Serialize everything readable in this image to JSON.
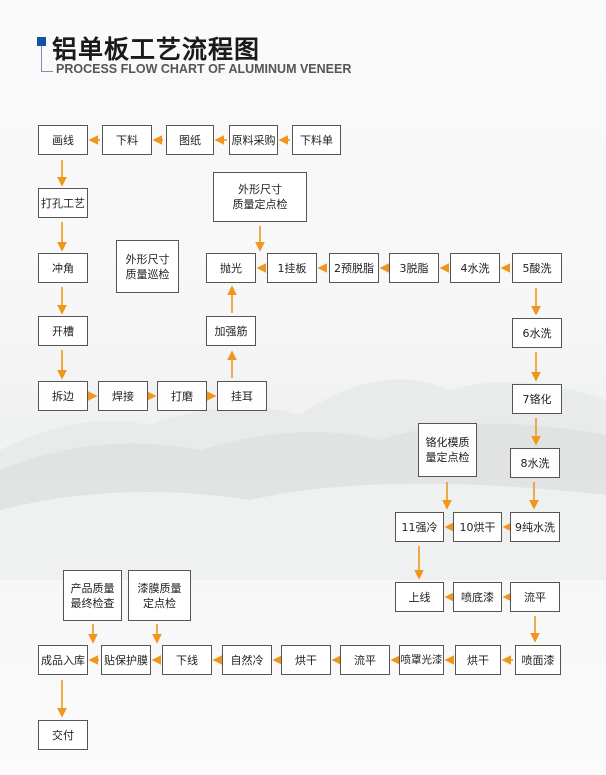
{
  "header": {
    "title": "铝单板工艺流程图",
    "subtitle": "PROCESS FLOW CHART OF ALUMINUM VENEER"
  },
  "nodes": {
    "huaxian": "画线",
    "xialiao": "下料",
    "tuzhi": "图纸",
    "yuanliao": "原料采购",
    "xialiaodan": "下料单",
    "dakong": "打孔工艺",
    "check1": "外形尺寸\n质量定点检",
    "chongjiao": "冲角",
    "check2": "外形尺寸\n质量巡检",
    "paoguang": "抛光",
    "guaban": "1挂板",
    "yutuozhi": "2预脱脂",
    "tuozhi": "3脱脂",
    "shuixi4": "4水洗",
    "suanxi": "5酸洗",
    "kaicao": "开槽",
    "jiaqiangjin": "加强筋",
    "shuixi6": "6水洗",
    "chaibian": "拆边",
    "hanjie": "焊接",
    "damo": "打磨",
    "guaer": "挂耳",
    "gehua": "7铬化",
    "check3": "铬化模质\n量定点检",
    "shuixi8": "8水洗",
    "qiangleng": "11强冷",
    "honggan10": "10烘干",
    "chunshuixi": "9纯水洗",
    "shangxian": "上线",
    "pendiqi": "喷底漆",
    "liuping1": "流平",
    "check4": "产品质量\n最终检查",
    "check5": "漆膜质量\n定点检",
    "ruku": "成品入库",
    "tiemo": "贴保护膜",
    "xiaxian": "下线",
    "ziranleng": "自然冷",
    "honggan2": "烘干",
    "liuping2": "流平",
    "penzhao": "喷罩光漆",
    "honggan1": "烘干",
    "penmian": "喷面漆",
    "jiaofu": "交付"
  },
  "colors": {
    "arrow": "#f0961e",
    "accent": "#1353a2",
    "border": "#555555"
  }
}
